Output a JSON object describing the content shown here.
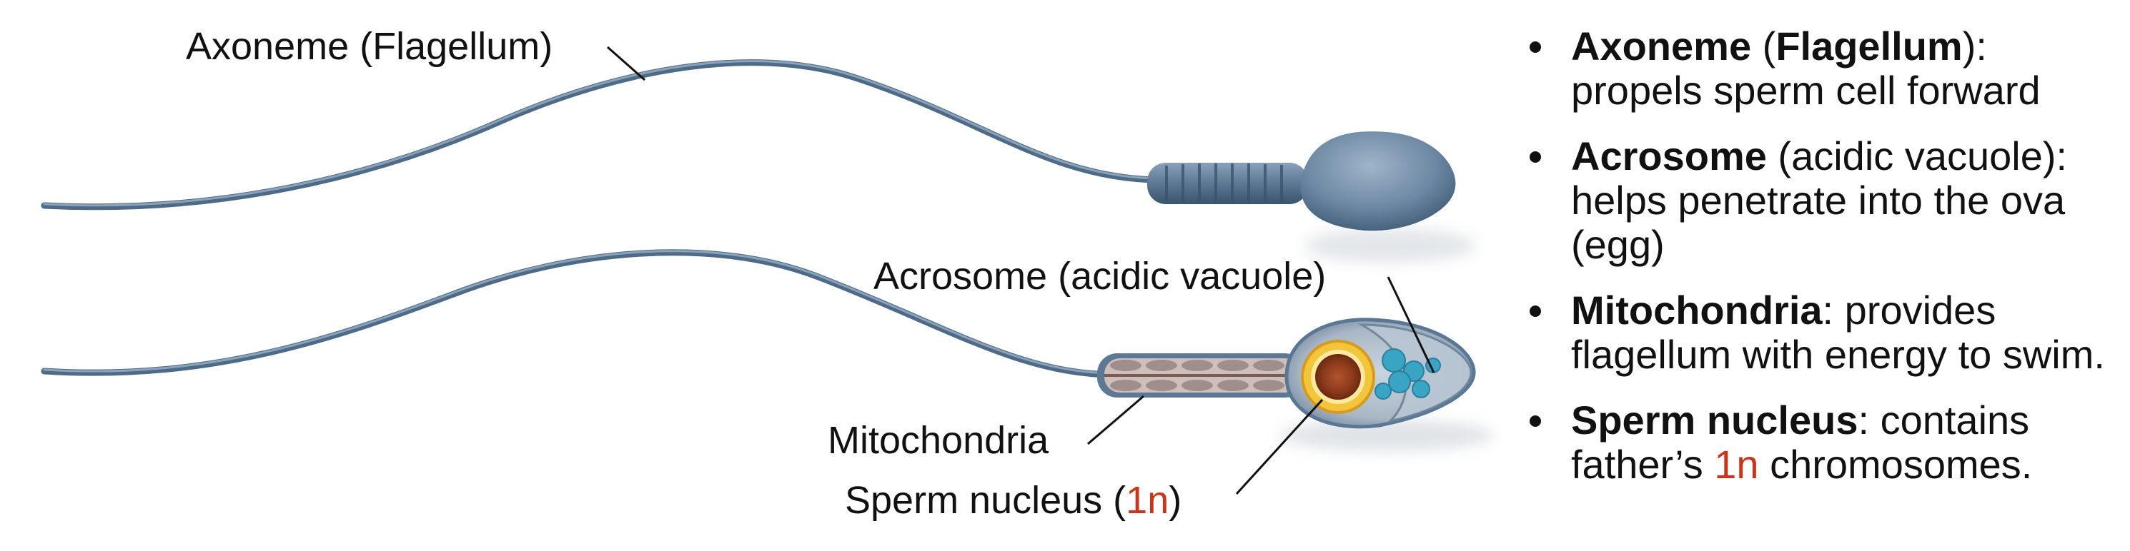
{
  "labels": {
    "axoneme": "Axoneme (Flagellum)",
    "acrosome": "Acrosome (acidic vacuole)",
    "mitochondria": "Mitochondria",
    "nucleus": {
      "before": "Sperm nucleus (",
      "ploidy": "1n",
      "after": ")"
    }
  },
  "legend": [
    {
      "term": "Axoneme",
      "mid": " (",
      "term2": "Flagellum",
      "desc": "): propels sperm cell forward"
    },
    {
      "term": "Acrosome",
      "desc": " (acidic vacuole): helps penetrate into the ova (egg)"
    },
    {
      "term": "Mitochondria",
      "desc": ": provides flagellum with energy to swim."
    },
    {
      "term": "Sperm nucleus",
      "desc": ": contains father’s ",
      "ploidy": "1n",
      "desc2": " chromosomes."
    }
  ],
  "colors": {
    "accent_red": "#c8351c",
    "cell_blue": "#5a7896",
    "cell_blue_dark": "#3d5770",
    "nucleus_yellow": "#f2c53b",
    "nucleus_core": "#a04a25",
    "vesicle_teal": "#3aa4c4"
  }
}
